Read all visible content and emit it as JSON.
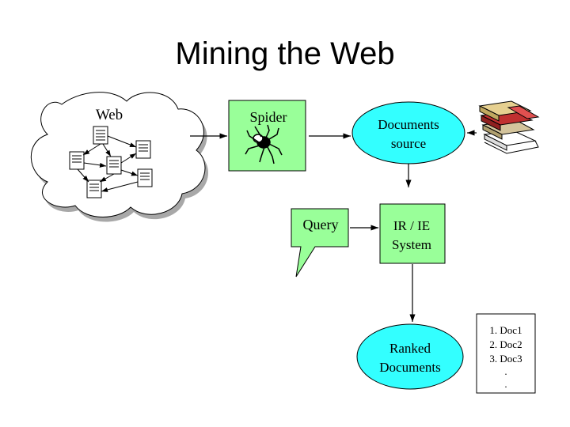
{
  "slide": {
    "title": "Mining the Web"
  },
  "diagram": {
    "web_label": "Web",
    "spider_label": "Spider",
    "documents_source": [
      "Documents",
      "source"
    ],
    "query_label": "Query",
    "ir_system": [
      "IR / IE",
      "System"
    ],
    "ranked_documents": [
      "Ranked",
      "Documents"
    ],
    "result_list": [
      "1. Doc1",
      "2. Doc2",
      "3. Doc3",
      ".",
      "."
    ]
  },
  "colors": {
    "spider_box": "#99ff99",
    "documents_oval": "#33ffff",
    "ir_box": "#99ff99",
    "ranked_oval": "#33ffff",
    "query_callout": "#99ff99",
    "cloud_shadow": "#a8a8a8"
  },
  "icons": {
    "spider": "spider-icon",
    "books": "books-icon",
    "web_pages": "web-page-icon"
  }
}
